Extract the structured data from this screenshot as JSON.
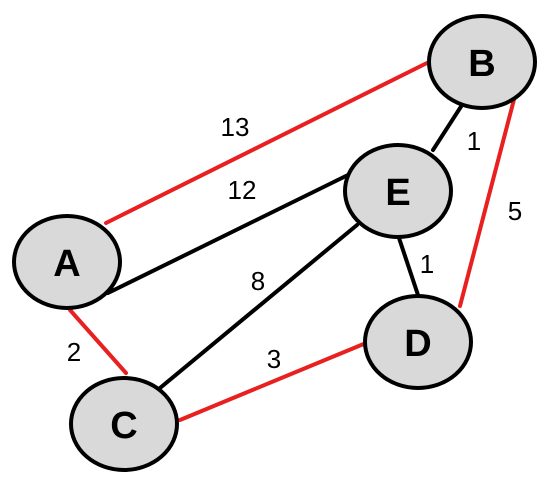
{
  "colors": {
    "highlight_edge": "#e8201f",
    "normal_edge": "#000000",
    "node_fill": "#d9d9d9",
    "node_stroke": "#000000"
  },
  "nodes": [
    {
      "id": "A",
      "label": "A"
    },
    {
      "id": "B",
      "label": "B"
    },
    {
      "id": "C",
      "label": "C"
    },
    {
      "id": "D",
      "label": "D"
    },
    {
      "id": "E",
      "label": "E"
    }
  ],
  "edges": [
    {
      "id": "A-B",
      "from": "A",
      "to": "B",
      "weight": "13",
      "highlighted": true
    },
    {
      "id": "A-E",
      "from": "A",
      "to": "E",
      "weight": "12",
      "highlighted": false
    },
    {
      "id": "A-C",
      "from": "A",
      "to": "C",
      "weight": "2",
      "highlighted": true
    },
    {
      "id": "C-E",
      "from": "C",
      "to": "E",
      "weight": "8",
      "highlighted": false
    },
    {
      "id": "C-D",
      "from": "C",
      "to": "D",
      "weight": "3",
      "highlighted": true
    },
    {
      "id": "B-E",
      "from": "B",
      "to": "E",
      "weight": "1",
      "highlighted": false
    },
    {
      "id": "E-D",
      "from": "E",
      "to": "D",
      "weight": "1",
      "highlighted": false
    },
    {
      "id": "B-D",
      "from": "B",
      "to": "D",
      "weight": "5",
      "highlighted": true
    }
  ]
}
